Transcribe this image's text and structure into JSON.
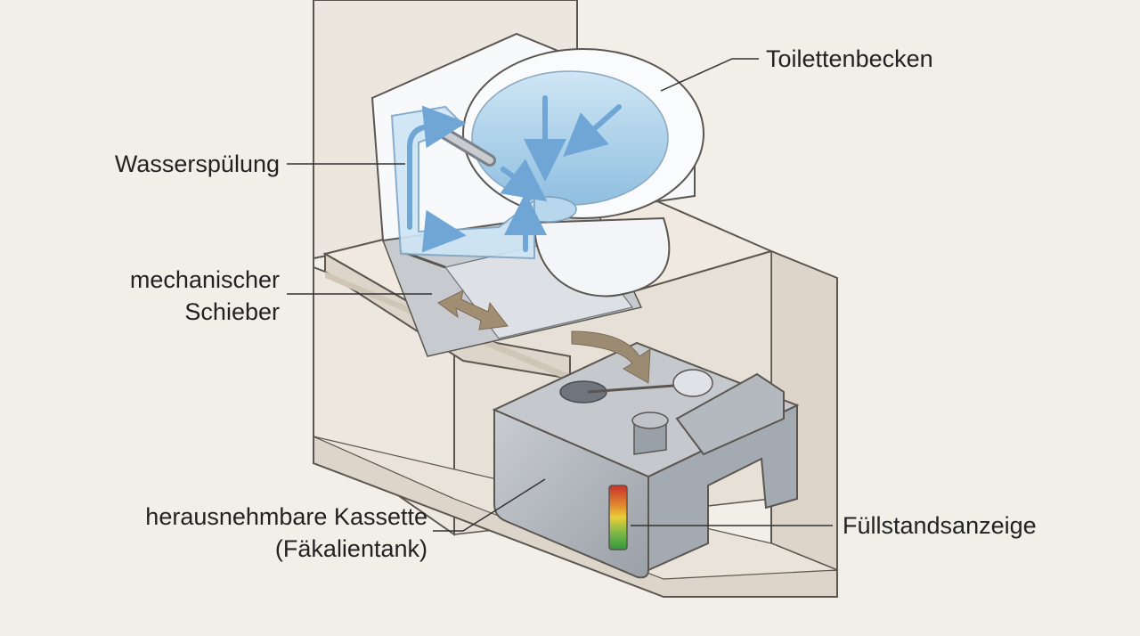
{
  "labels": {
    "toilet_bowl": "Toilettenbecken",
    "flush": "Wasserspülung",
    "slide_valve_line1": "mechanischer",
    "slide_valve_line2": "Schieber",
    "cassette_line1": "herausnehmbare Kassette",
    "cassette_line2": "(Fäkalientank)",
    "level_indicator": "Füllstandsanzeige"
  },
  "colors": {
    "background": "#f2efe9",
    "cabinet": "#e4ddd2",
    "cabinet_edge": "#5b5650",
    "ceramic": "#f7f9fb",
    "water": "#a9cde6",
    "flow_arrow": "#7fb2dc",
    "tank": "#b7bcc2",
    "tank_dark": "#8e949b",
    "motion_arrow": "#9c8b73",
    "leader_line": "#333333"
  },
  "level_indicator": {
    "segments": [
      "#c9312a",
      "#e0852e",
      "#e9cf3a",
      "#7ab648",
      "#2f9a3e"
    ]
  },
  "icons": [
    "flow-arrow-icon",
    "slide-direction-arrow-icon",
    "drop-arrow-icon"
  ]
}
